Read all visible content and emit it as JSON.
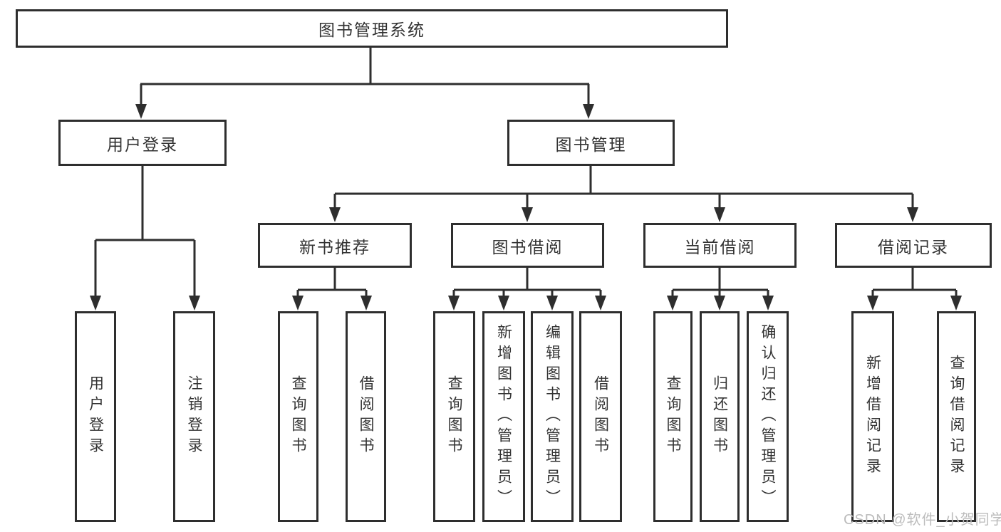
{
  "diagram": {
    "root": {
      "label": "图书管理系统"
    },
    "level2": [
      {
        "label": "用户登录"
      },
      {
        "label": "图书管理"
      }
    ],
    "level3": [
      {
        "label": "新书推荐",
        "parent": "图书管理"
      },
      {
        "label": "图书借阅",
        "parent": "图书管理"
      },
      {
        "label": "当前借阅",
        "parent": "图书管理"
      },
      {
        "label": "借阅记录",
        "parent": "图书管理"
      }
    ],
    "leaves": [
      {
        "label": "用户登录",
        "parent": "用户登录"
      },
      {
        "label": "注销登录",
        "parent": "用户登录"
      },
      {
        "label": "查询图书",
        "parent": "新书推荐"
      },
      {
        "label": "借阅图书",
        "parent": "新书推荐"
      },
      {
        "label": "查询图书",
        "parent": "图书借阅"
      },
      {
        "label": "新增图书（管理员）",
        "parent": "图书借阅"
      },
      {
        "label": "编辑图书（管理员）",
        "parent": "图书借阅"
      },
      {
        "label": "借阅图书",
        "parent": "图书借阅"
      },
      {
        "label": "查询图书",
        "parent": "当前借阅"
      },
      {
        "label": "归还图书",
        "parent": "当前借阅"
      },
      {
        "label": "确认归还（管理员）",
        "parent": "当前借阅"
      },
      {
        "label": "新增借阅记录",
        "parent": "借阅记录"
      },
      {
        "label": "查询借阅记录",
        "parent": "借阅记录"
      }
    ]
  },
  "watermark": {
    "text": "CSDN @软件_小贺同学"
  },
  "colors": {
    "line": "#2e2e2e",
    "text": "#333333",
    "background": "#ffffff",
    "watermark": "#bcbcbc"
  }
}
